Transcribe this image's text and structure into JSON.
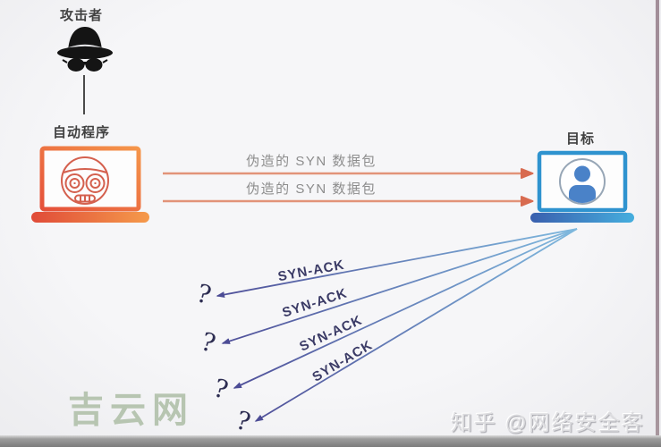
{
  "nodes": {
    "attacker": {
      "label": "攻击者",
      "icon": "spy-hat-mask-icon"
    },
    "bot": {
      "label": "自动程序",
      "icon": "robot-face-laptop-icon"
    },
    "target": {
      "label": "目标",
      "icon": "user-laptop-icon"
    }
  },
  "syn_packets": {
    "labels": [
      "伪造的 SYN 数据包",
      "伪造的 SYN 数据包"
    ]
  },
  "syn_ack": {
    "labels": [
      "SYN-ACK",
      "SYN-ACK",
      "SYN-ACK",
      "SYN-ACK"
    ],
    "question_marks": [
      "?",
      "?",
      "?",
      "?"
    ]
  },
  "watermarks": {
    "site": "吉云网",
    "credit": "知乎 @网络安全客"
  },
  "colors": {
    "background": "#f2f2f4",
    "attacker_gradient_start": "#e5503a",
    "attacker_gradient_end": "#f5964b",
    "target_screen_border": "#2f93cf",
    "target_base_start": "#3a5fae",
    "target_base_end": "#45aede",
    "syn_arrow_line": "#e29379",
    "syn_arrowhead": "#d86b50",
    "synack_line_start": "#7fb9de",
    "synack_line_end": "#4f4f99",
    "synack_text": "#3b3b66",
    "syn_label_text": "#8d8d8d",
    "node_label_text": "#414141",
    "site_watermark": "#b4c3ae",
    "question_mark": "#2d2d52"
  }
}
